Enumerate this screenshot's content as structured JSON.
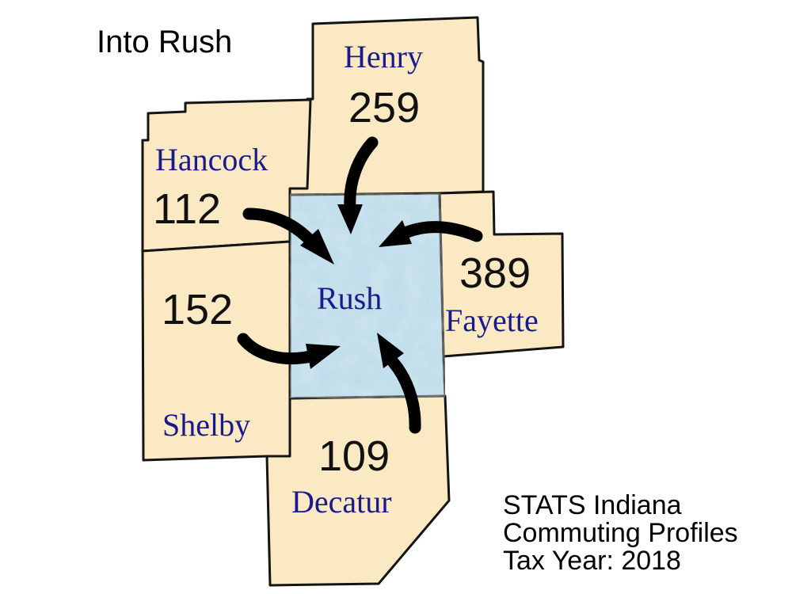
{
  "title": "Into Rush",
  "source_lines": [
    "STATS Indiana",
    "Commuting Profiles",
    "Tax Year: 2018"
  ],
  "colors": {
    "destination_fill": "#bcdcea",
    "origin_fill": "#fbe9c3",
    "label_color": "#1a1a8c",
    "arrow_color": "#000000"
  },
  "counties": {
    "henry": {
      "name": "Henry",
      "count": "259"
    },
    "hancock": {
      "name": "Hancock",
      "count": "112"
    },
    "shelby": {
      "name": "Shelby",
      "count": "152"
    },
    "fayette": {
      "name": "Fayette",
      "count": "389"
    },
    "decatur": {
      "name": "Decatur",
      "count": "109"
    },
    "rush": {
      "name": "Rush"
    }
  }
}
